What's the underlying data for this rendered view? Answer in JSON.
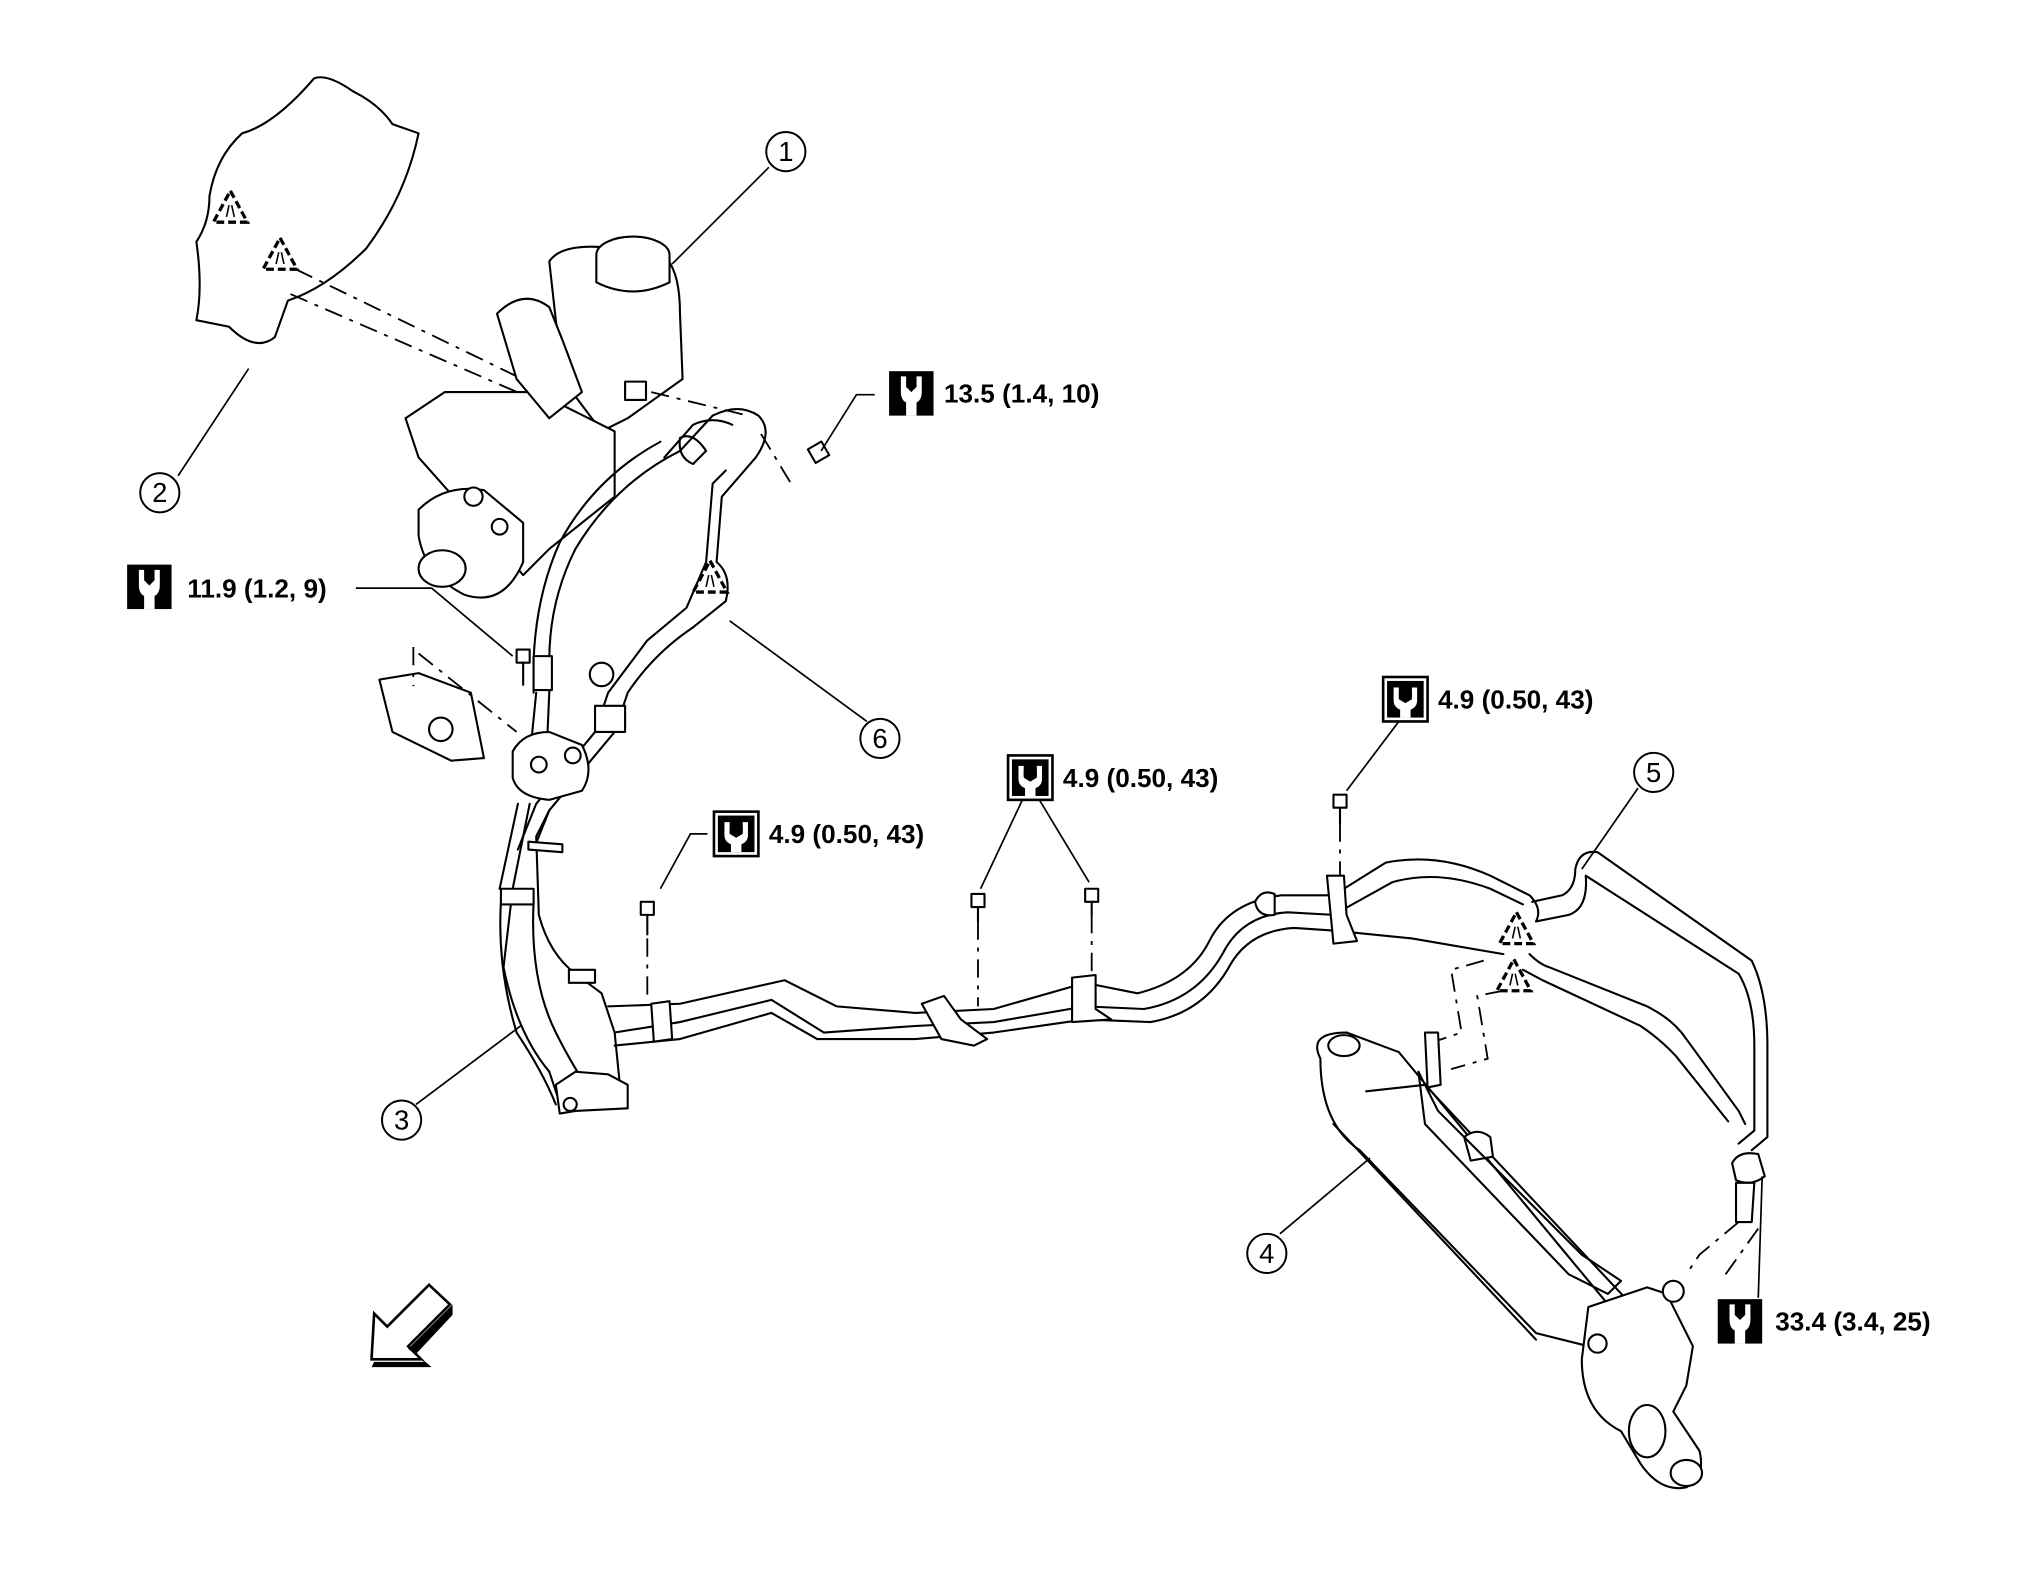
{
  "callouts": [
    {
      "number": "1",
      "label": "1"
    },
    {
      "number": "2",
      "label": "2"
    },
    {
      "number": "3",
      "label": "3"
    },
    {
      "number": "4",
      "label": "4"
    },
    {
      "number": "5",
      "label": "5"
    },
    {
      "number": "6",
      "label": "6"
    }
  ],
  "torques": [
    {
      "icon": "open-wrench-icon",
      "text": "13.5 (1.4, 10)"
    },
    {
      "icon": "open-wrench-icon",
      "text": "11.9 (1.2, 9)"
    },
    {
      "icon": "hex-bolt-wrench-icon",
      "text": "4.9 (0.50, 43)"
    },
    {
      "icon": "hex-bolt-wrench-icon",
      "text": "4.9 (0.50, 43)"
    },
    {
      "icon": "hex-bolt-wrench-icon",
      "text": "4.9 (0.50, 43)"
    },
    {
      "icon": "open-wrench-icon",
      "text": "33.4 (3.4, 25)"
    }
  ],
  "symbols": {
    "do-not-reuse": "dashed-triangle-icon",
    "vehicle-front": "front-arrow-icon"
  },
  "colors": {
    "line": "#000000",
    "background": "#ffffff"
  }
}
